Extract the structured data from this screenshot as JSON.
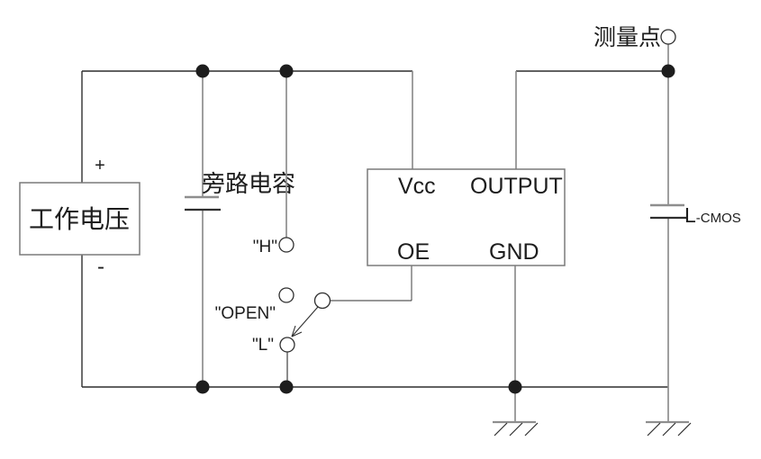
{
  "diagram": {
    "type": "circuit-schematic",
    "background": "#ffffff",
    "colors": {
      "wire_dark": "#2f2f2f",
      "wire_gray": "#8e8e8e",
      "text": "#1d1d1d",
      "box_border": "#7a7a7a"
    },
    "power_source": {
      "label": "工作电压",
      "plus": "+",
      "minus": "-"
    },
    "bypass_capacitor": {
      "label": "旁路电容"
    },
    "switch": {
      "pos_high": "\"H\"",
      "pos_open": "\"OPEN\"",
      "pos_low": "\"L\"",
      "selected": "\"L\""
    },
    "ic": {
      "pin_vcc": "Vcc",
      "pin_output": "OUTPUT",
      "pin_oe": "OE",
      "pin_gnd": "GND"
    },
    "measure_point": {
      "label": "测量点"
    },
    "load_capacitor": {
      "label_main": "L",
      "label_sub": "-CMOS"
    }
  }
}
